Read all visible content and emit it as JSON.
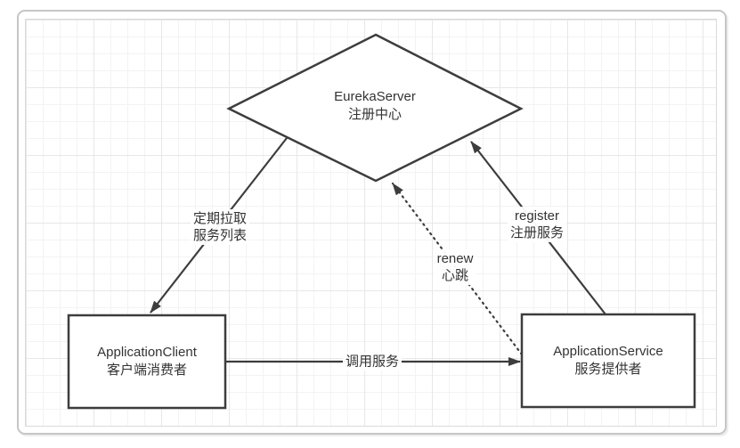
{
  "diagram": {
    "nodes": {
      "eureka": {
        "title": "EurekaServer",
        "subtitle": "注册中心",
        "shape": "diamond"
      },
      "client": {
        "title": "ApplicationClient",
        "subtitle": "客户端消费者",
        "shape": "rectangle"
      },
      "service": {
        "title": "ApplicationService",
        "subtitle": "服务提供者",
        "shape": "rectangle"
      }
    },
    "edges": {
      "pull": {
        "line1": "定期拉取",
        "line2": "服务列表",
        "style": "solid",
        "from": "eureka",
        "to": "client"
      },
      "register": {
        "line1": "register",
        "line2": "注册服务",
        "style": "solid",
        "from": "service",
        "to": "eureka"
      },
      "renew": {
        "line1": "renew",
        "line2": "心跳",
        "style": "dotted",
        "from": "service",
        "to": "eureka"
      },
      "invoke": {
        "line1": "调用服务",
        "style": "solid",
        "from": "client",
        "to": "service"
      }
    },
    "colors": {
      "stroke": "#3d3d3d",
      "text": "#333333",
      "node_fill": "#ffffff",
      "grid_minor": "#f3f3f3",
      "grid_major": "#e7e7e7",
      "frame_border": "#c6c6c6"
    }
  }
}
